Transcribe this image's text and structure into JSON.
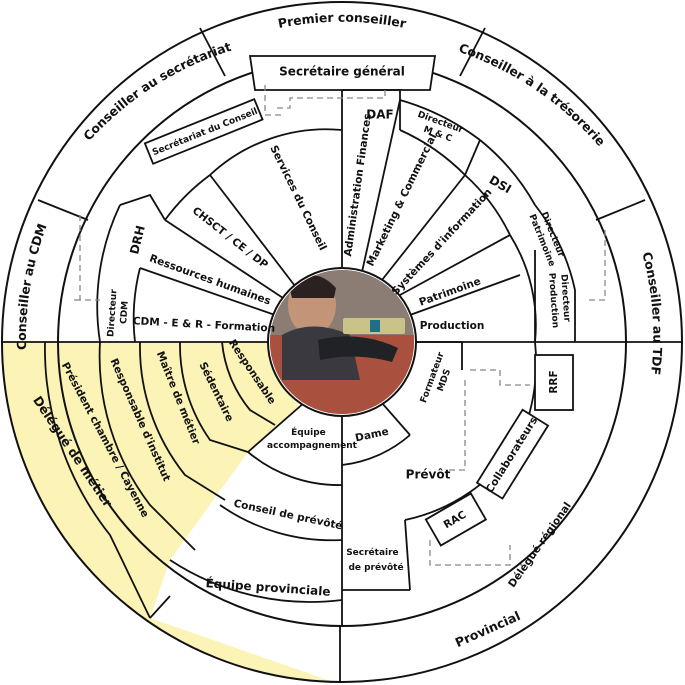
{
  "colors": {
    "outline": "#111111",
    "highlight": "#fbf4b6",
    "dashed": "#888888",
    "background": "#ffffff"
  },
  "center_image": {
    "icon": "photo-young-craftsman-at-workbench"
  },
  "outer_ring": {
    "premier_conseiller": "Premier conseiller",
    "conseiller_secretariat": "Conseiller au secrétariat",
    "conseiller_tresorerie": "Conseiller à la trésorerie",
    "conseiller_cdm": "Conseiller au CDM",
    "conseiller_tdf": "Conseiller au TDF",
    "delegue_metier": "Délégué de métier",
    "provincial": "Provincial"
  },
  "top_block": {
    "secretaire_general": "Secrétaire général",
    "secretariat_conseil": "Secrétariat du Conseil",
    "services_conseil": "Services du Conseil"
  },
  "right_upper": {
    "daf": "DAF",
    "directeur_mc": [
      "Directeur",
      "M & C"
    ],
    "dsi": "DSI",
    "directeur_patrimoine": [
      "Directeur",
      "Patrimoine"
    ],
    "directeur_production": [
      "Directeur",
      "Production"
    ],
    "administration_finances": "Administration Finances",
    "marketing_commercial": "Marketing & Commercial",
    "systemes_information": "Systèmes d'information",
    "patrimoine": "Patrimoine",
    "production": "Production"
  },
  "left_upper": {
    "drh": "DRH",
    "directeur_cdm": [
      "Directeur",
      "CDM"
    ],
    "chsct": "CHSCT / CE / DP",
    "ressources_humaines": "Ressources humaines",
    "cdm_formation": "CDM - E & R - Formation"
  },
  "left_lower": {
    "president_chambre": "Président chambre / Cayenne",
    "responsable_institut": "Responsable d'institut",
    "maitre_metier": "Maître de métier",
    "sedentaire": "Sédentaire",
    "responsable": "Responsable"
  },
  "bottom": {
    "equipe_accompagnement": [
      "Équipe",
      "accompagnement"
    ],
    "conseil_prevote": "Conseil de prévôté",
    "equipe_provinciale": "Équipe provinciale"
  },
  "right_lower": {
    "formateur_mds": [
      "Formateur",
      "MDS"
    ],
    "rrf": "RRF",
    "dame": "Dame",
    "prevot": "Prévôt",
    "collaborateurs": "Collaborateurs",
    "rac": "RAC",
    "secretaire_prevote": [
      "Secrétaire",
      "de prévôté"
    ],
    "delegue_regional": "Délégué régional"
  }
}
